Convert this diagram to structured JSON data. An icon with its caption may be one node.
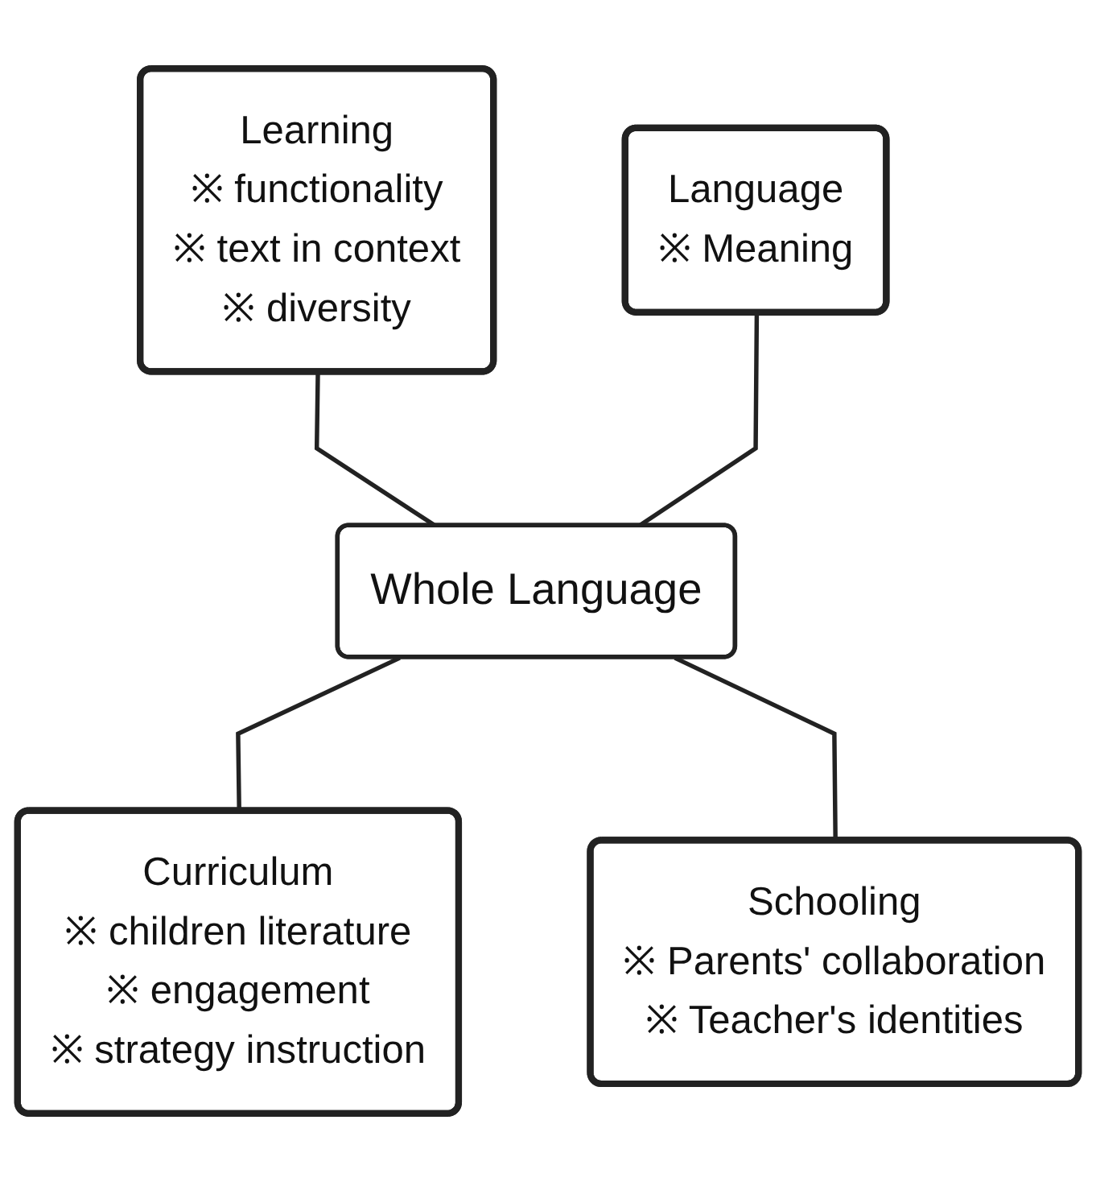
{
  "diagram": {
    "nodes": [
      {
        "text": [
          "Whole Language"
        ]
      },
      {
        "text": [
          "Learning",
          "※ functionality",
          "※ text in context",
          "※ diversity"
        ]
      },
      {
        "text": [
          "Language",
          "※ Meaning"
        ]
      },
      {
        "text": [
          "Curriculum",
          "※ children literature",
          "※ engagement",
          "※ strategy instruction"
        ]
      },
      {
        "text": [
          "Schooling",
          "※ Parents' collaboration",
          "※ Teacher's identities"
        ]
      }
    ],
    "edges": [
      {
        "from": 1,
        "to": 0,
        "arrow": "none"
      },
      {
        "from": 2,
        "to": 0,
        "arrow": "none"
      },
      {
        "from": 0,
        "to": 3,
        "arrow": "none"
      },
      {
        "from": 0,
        "to": 4,
        "arrow": "none"
      }
    ]
  }
}
